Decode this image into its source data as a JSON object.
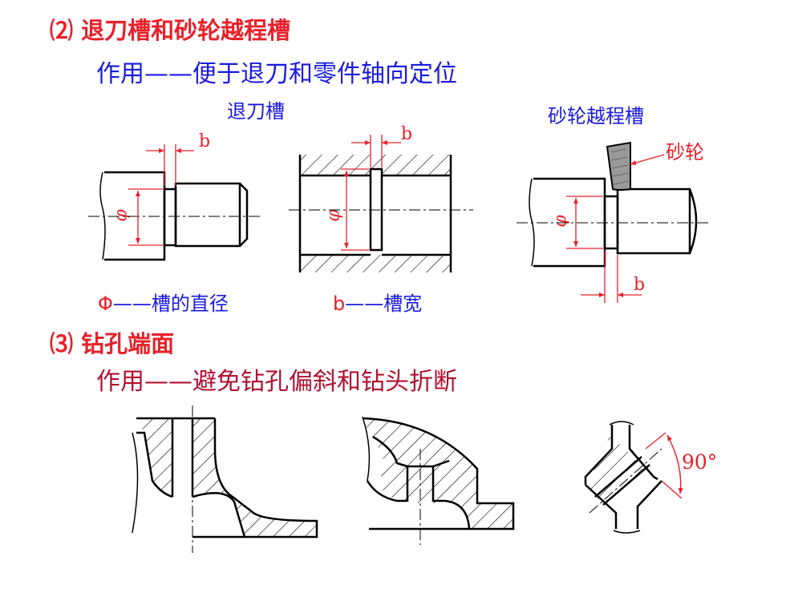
{
  "section2": {
    "heading": "⑵ 退刀槽和砂轮越程槽",
    "purpose": "作用——便于退刀和零件轴向定位",
    "label_undercut": "退刀槽",
    "label_grinding": "砂轮越程槽",
    "label_wheel": "砂轮",
    "dim_b": "b",
    "dim_phi": "φ",
    "legend_phi_symbol": "Φ",
    "legend_phi_text": "——槽的直径",
    "legend_b_symbol": "b",
    "legend_b_text": "——槽宽"
  },
  "section3": {
    "heading": "⑶ 钻孔端面",
    "purpose": "作用——避免钻孔偏斜和钻头折断",
    "angle": "90°"
  },
  "colors": {
    "red": "#e8202a",
    "blue": "#1a1ae0",
    "maroon": "#b01030",
    "line": "#000000"
  }
}
